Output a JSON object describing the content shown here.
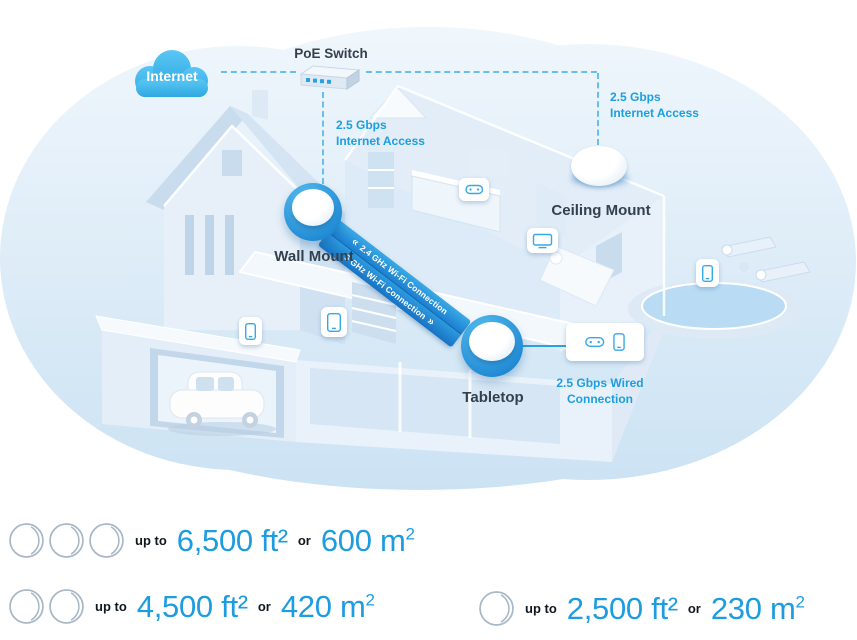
{
  "colors": {
    "accent_blue": "#1e9ce0",
    "label_dark": "#33404d",
    "banner_blue_top": "#38a9e6",
    "banner_blue_bottom": "#1d7fd0",
    "internet_cloud_blue": "#45b9ee",
    "dashed_line_blue": "#66bfee",
    "house_light_blue": "#dcebf7"
  },
  "diagram": {
    "internet_label": "Internet",
    "poe_switch_label": "PoE Switch",
    "wall_access_label": "2.5 Gbps\nInternet Access",
    "ceiling_access_label": "2.5 Gbps\nInternet Access",
    "wall_mount_label": "Wall Mount",
    "ceiling_mount_label": "Ceiling Mount",
    "tabletop_label": "Tabletop",
    "wired_label": "2.5 Gbps Wired\nConnection",
    "banner": {
      "left_chevrons": "«",
      "line1": "2.4 GHz Wi-Fi Connection",
      "line2": "5 GHz Wi-Fi Connection",
      "right_chevrons": "»"
    }
  },
  "icons": {
    "internet-cloud-icon": "blue cloud shape",
    "poe-switch-icon": "isometric switch box with ports",
    "mesh-device-icon": "white dome on blue disc",
    "gamepad-icon": "rounded rect with two dots",
    "tv-icon": "screen with stand",
    "phone-icon": "portrait rounded rect",
    "tablet-icon": "large rounded rect",
    "mesh-unit-icon": "outlined circle with dome seam arc"
  },
  "coverage": [
    {
      "units": 3,
      "up_to": "up to",
      "imperial": "6,500 ft²",
      "or": "or",
      "metric_base": "600 m",
      "metric_sup": "2"
    },
    {
      "units": 2,
      "up_to": "up to",
      "imperial": "4,500 ft²",
      "or": "or",
      "metric_base": "420 m",
      "metric_sup": "2"
    },
    {
      "units": 1,
      "up_to": "up to",
      "imperial": "2,500 ft²",
      "or": "or",
      "metric_base": "230 m",
      "metric_sup": "2"
    }
  ]
}
